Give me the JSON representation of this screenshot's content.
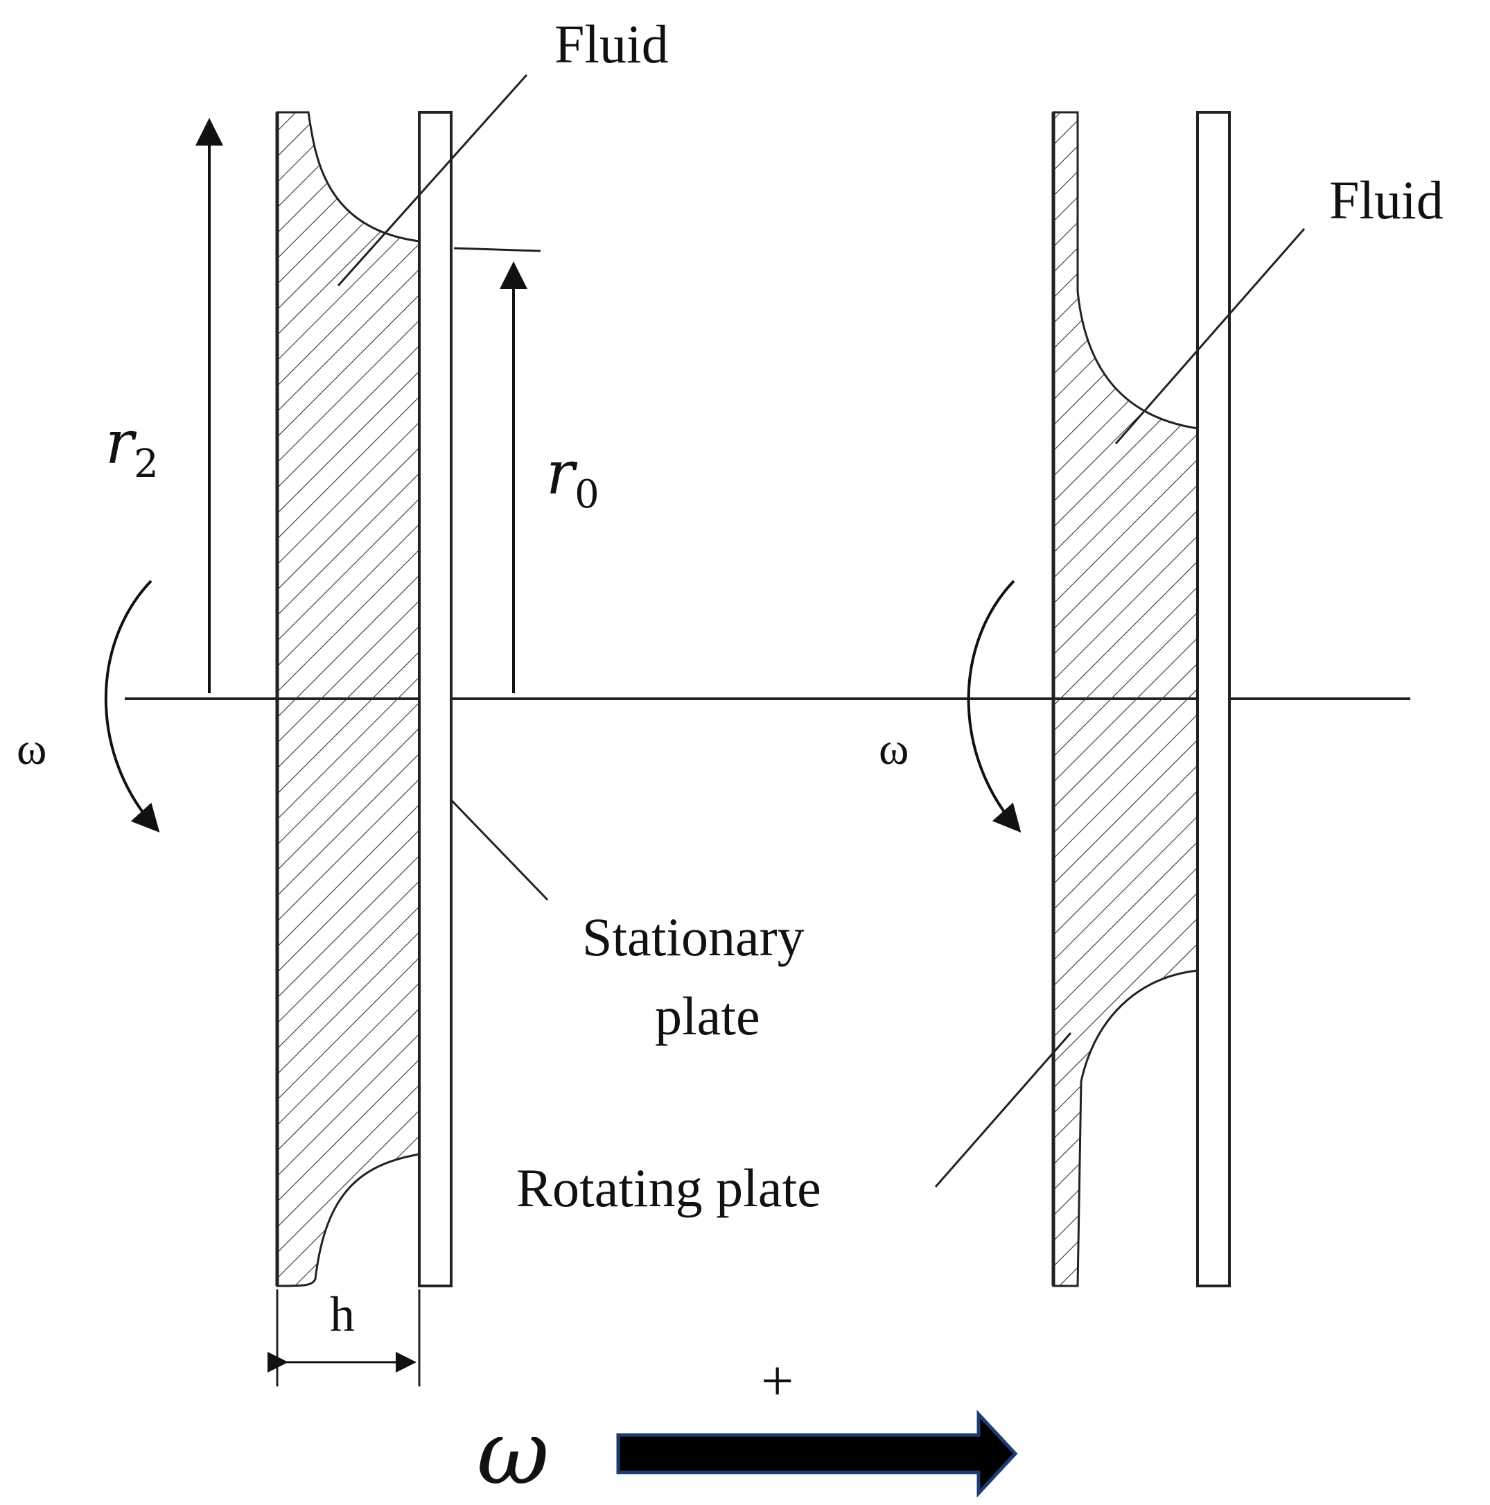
{
  "labels": {
    "fluid_left": "Fluid",
    "fluid_right": "Fluid",
    "r2": "r",
    "r2_sub": "2",
    "r0": "r",
    "r0_sub": "0",
    "omega_left": "ω",
    "omega_right": "ω",
    "stationary_line1": "Stationary",
    "stationary_line2": "plate",
    "rotating": "Rotating plate",
    "gap": "h",
    "plus": "+",
    "omega_big": "ω"
  },
  "colors": {
    "line": "#222222",
    "hatch": "#333333",
    "arrow_fill": "#000000",
    "arrow_outline": "#1f3b73"
  }
}
